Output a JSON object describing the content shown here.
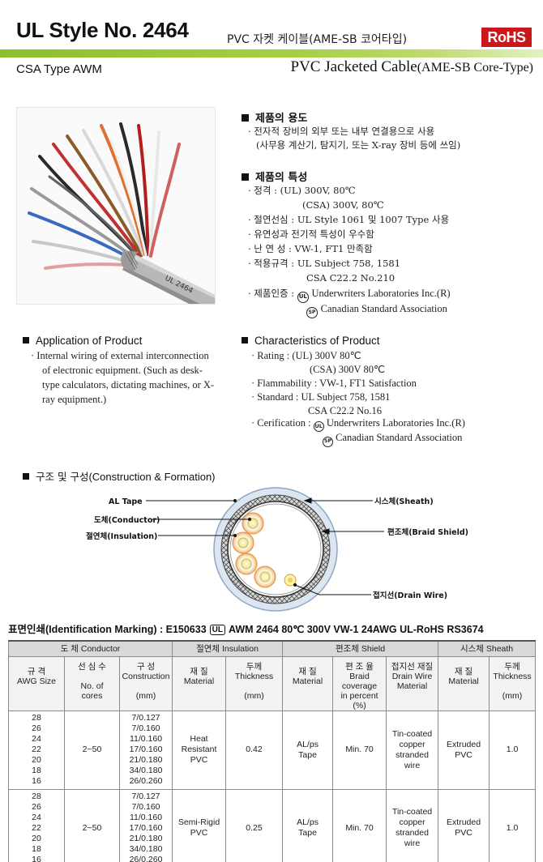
{
  "header": {
    "style_no": "UL Style No. 2464",
    "ko_title": "PVC 자켓 케이블(AME-SB 코어타입)",
    "rohs": "RoHS",
    "csa_type": "CSA Type AWM",
    "en_title_main": "PVC Jacketed Cable",
    "en_title_sub": "(AME-SB Core-Type)"
  },
  "photo": {
    "cable_print": "UL 2464"
  },
  "ko": {
    "usage_title": "제품의 용도",
    "usage_lines": [
      "· 전자적 장비의 외부 또는 내부 연결용으로 사용",
      "(사무용 계산기, 탐지기, 또는 X-ray 장비 등에 쓰임)"
    ],
    "features_title": "제품의 특성",
    "features_lines": [
      "· 정격 : (UL)  300V, 80℃",
      "(CSA)  300V, 80℃",
      "· 절연선심 : UL Style 1061 및 1007 Type 사용",
      "· 유연성과 전기적 특성이 우수함",
      "· 난 연 성 : VW-1, FT1 만족함",
      "· 적용규격 : UL Subject 758, 1581",
      "CSA C22.2 No.210",
      "· 제품인증 :",
      "Canadian Standard Association"
    ],
    "cert_ul": "Underwriters Laboratories Inc.(R)"
  },
  "en": {
    "app_title": "Application of Product",
    "app_lines": [
      "·  Internal wiring of external interconnection",
      "of electronic equipment. (Such as desk-",
      "type calculators, dictating machines, or X-",
      "ray equipment.)"
    ],
    "char_title": "Characteristics of Product",
    "char_lines": [
      "·  Rating : (UL)  300V  80℃",
      "(CSA)  300V  80℃",
      "·  Flammability : VW-1, FT1 Satisfaction",
      "·  Standard : UL Subject 758, 1581",
      "CSA C22.2  No.16",
      "·  Cerification :",
      "Canadian Standard Association"
    ],
    "cert_ul": "Underwriters Laboratories Inc.(R)"
  },
  "construction": {
    "title_ko": "구조 및 구성",
    "title_en": "(Construction & Formation)",
    "labels": {
      "al_tape": "AL Tape",
      "conductor": "도체(Conductor)",
      "insulation": "절연체(Insulation)",
      "sheath": "시스체(Sheath)",
      "braid": "편조체(Braid Shield)",
      "drain": "접지선(Drain Wire)"
    }
  },
  "marking": {
    "label": "표면인쇄(Identification Marking) : E150633",
    "ul_mark": "UL",
    "text": "AWM 2464 80℃ 300V VW-1 24AWG UL-RoHS RS3674"
  },
  "table": {
    "groups": [
      "도 체  Conductor",
      "절연체  Insulation",
      "편조체  Shield",
      "시스체  Sheath"
    ],
    "sub_headers": [
      [
        "규 격",
        "AWG Size"
      ],
      [
        "선 심 수",
        "",
        "No. of",
        "cores"
      ],
      [
        "구 성",
        "Construction",
        "",
        "(mm)"
      ],
      [
        "재 질",
        "Material"
      ],
      [
        "두께",
        "Thickness",
        "",
        "(mm)"
      ],
      [
        "재 질",
        "Material"
      ],
      [
        "편 조 율",
        "Braid coverage",
        "in percent",
        "(%)"
      ],
      [
        "접지선 재질",
        "Drain Wire",
        "Material"
      ],
      [
        "재 질",
        "Material"
      ],
      [
        "두께",
        "Thickness",
        "",
        "(mm)"
      ]
    ],
    "rows": [
      {
        "awg": [
          "28",
          "26",
          "24",
          "22",
          "20",
          "18",
          "16"
        ],
        "cores": "2~50",
        "construction": [
          "7/0.127",
          "7/0.160",
          "11/0.160",
          "17/0.160",
          "21/0.180",
          "34/0.180",
          "26/0.260"
        ],
        "ins_material": [
          "Heat",
          "Resistant",
          "PVC"
        ],
        "ins_thickness": "0.42",
        "shield_material": [
          "AL/ps",
          "Tape"
        ],
        "braid": "Min. 70",
        "drain": [
          "Tin-coated",
          "copper",
          "stranded",
          "wire"
        ],
        "sheath_material": [
          "Extruded",
          "PVC"
        ],
        "sheath_thickness": "1.0"
      },
      {
        "awg": [
          "28",
          "26",
          "24",
          "22",
          "20",
          "18",
          "16"
        ],
        "cores": "2~50",
        "construction": [
          "7/0.127",
          "7/0.160",
          "11/0.160",
          "17/0.160",
          "21/0.180",
          "34/0.180",
          "26/0.260"
        ],
        "ins_material": [
          "Semi-Rigid",
          "PVC"
        ],
        "ins_thickness": "0.25",
        "shield_material": [
          "AL/ps",
          "Tape"
        ],
        "braid": "Min. 70",
        "drain": [
          "Tin-coated",
          "copper",
          "stranded",
          "wire"
        ],
        "sheath_material": [
          "Extruded",
          "PVC"
        ],
        "sheath_thickness": "1.0"
      }
    ]
  }
}
